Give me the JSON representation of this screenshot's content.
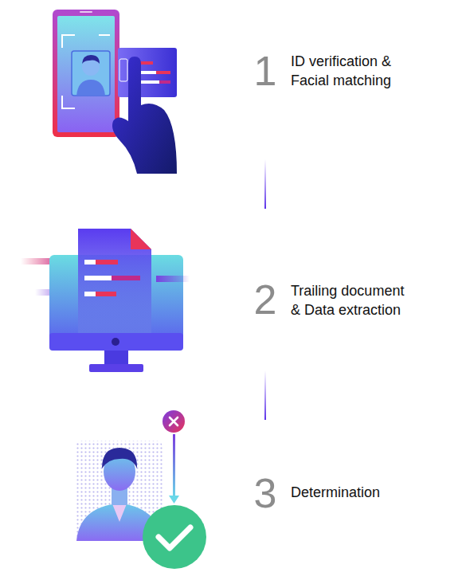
{
  "diagram": {
    "labels": [
      "1",
      "ID verification & Facial matching",
      "2",
      "Trailing document & Data extraction",
      "3",
      "Determination"
    ]
  }
}
